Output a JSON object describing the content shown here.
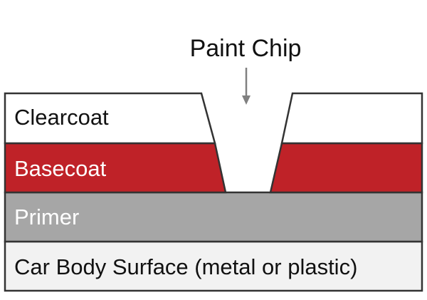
{
  "title": "Paint Chip",
  "layers": {
    "clearcoat": {
      "label": "Clearcoat",
      "fill": "#ffffff",
      "text_color": "#111111"
    },
    "basecoat": {
      "label": "Basecoat",
      "fill": "#bf2228",
      "text_color": "#ffffff"
    },
    "primer": {
      "label": "Primer",
      "fill": "#a6a6a6",
      "text_color": "#ffffff"
    },
    "body": {
      "label": "Car Body Surface (metal or plastic)",
      "fill": "#f2f2f2",
      "text_color": "#111111"
    }
  },
  "colors": {
    "outline": "#333333",
    "arrow": "#808080"
  }
}
